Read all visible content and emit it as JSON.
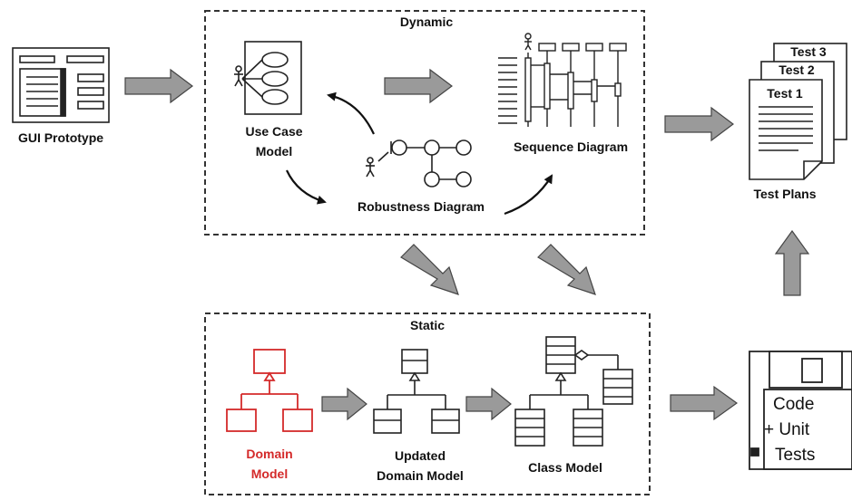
{
  "dynamic": {
    "title": "Dynamic",
    "use_case_label": "Use Case\nModel",
    "robustness_label": "Robustness Diagram",
    "sequence_label": "Sequence Diagram"
  },
  "static": {
    "title": "Static",
    "domain_label": "Domain\nModel",
    "updated_label": "Updated\nDomain Model",
    "class_label": "Class Model"
  },
  "gui_label": "GUI Prototype",
  "test_plans": {
    "label": "Test Plans",
    "pages": [
      "Test 3",
      "Test 2",
      "Test 1"
    ]
  },
  "code": {
    "line1": "Code",
    "line2": "+ Unit",
    "line3": "Tests"
  },
  "colors": {
    "arrow_fill": "#9a9a9a",
    "domain_red": "#d42a2a",
    "stroke": "#222222"
  }
}
